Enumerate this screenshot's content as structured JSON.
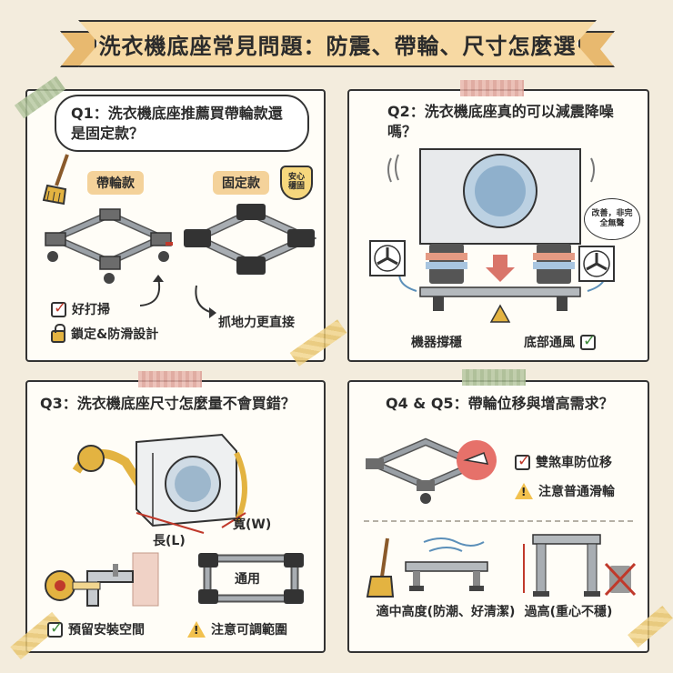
{
  "title": "洗衣機底座常見問題：防震、帶輪、尺寸怎麼選",
  "q1": {
    "question": "Q1：洗衣機底座推薦買帶輪款還是固定款？",
    "wheeled_label": "帶輪款",
    "fixed_label": "固定款",
    "badge": "安心穩固",
    "pros": [
      {
        "text": "好打掃",
        "icon": "check-icon"
      },
      {
        "text": "鎖定&防滑設計",
        "icon": "lock-icon"
      }
    ],
    "fixed_pro": "抓地力更直接"
  },
  "q2": {
    "question": "Q2：洗衣機底座真的可以減震降噪嗎？",
    "note": "改善，非完全無聲",
    "labels": [
      "機器撐穩",
      "底部通風"
    ]
  },
  "q3": {
    "question": "Q3：洗衣機底座尺寸怎麼量不會買錯？",
    "length_label": "長(L)",
    "width_label": "寬(W)",
    "base_label": "通用",
    "tips": [
      {
        "text": "預留安裝空間",
        "icon": "check-icon"
      },
      {
        "text": "注意可調範圍",
        "icon": "warning-icon"
      }
    ]
  },
  "q4": {
    "question": "Q4 & Q5：帶輪位移與增高需求？",
    "tips": [
      {
        "text": "雙煞車防位移",
        "icon": "check-icon"
      },
      {
        "text": "注意普通滑輪",
        "icon": "warning-icon"
      }
    ],
    "good": "適中高度(防潮、好清潔)",
    "bad": "過高(重心不穩)"
  },
  "colors": {
    "background": "#f3ecdd",
    "banner": "#f7d9a3",
    "accent_red": "#c0392b",
    "accent_green": "#3f8b3a",
    "warning": "#f2c14e"
  }
}
